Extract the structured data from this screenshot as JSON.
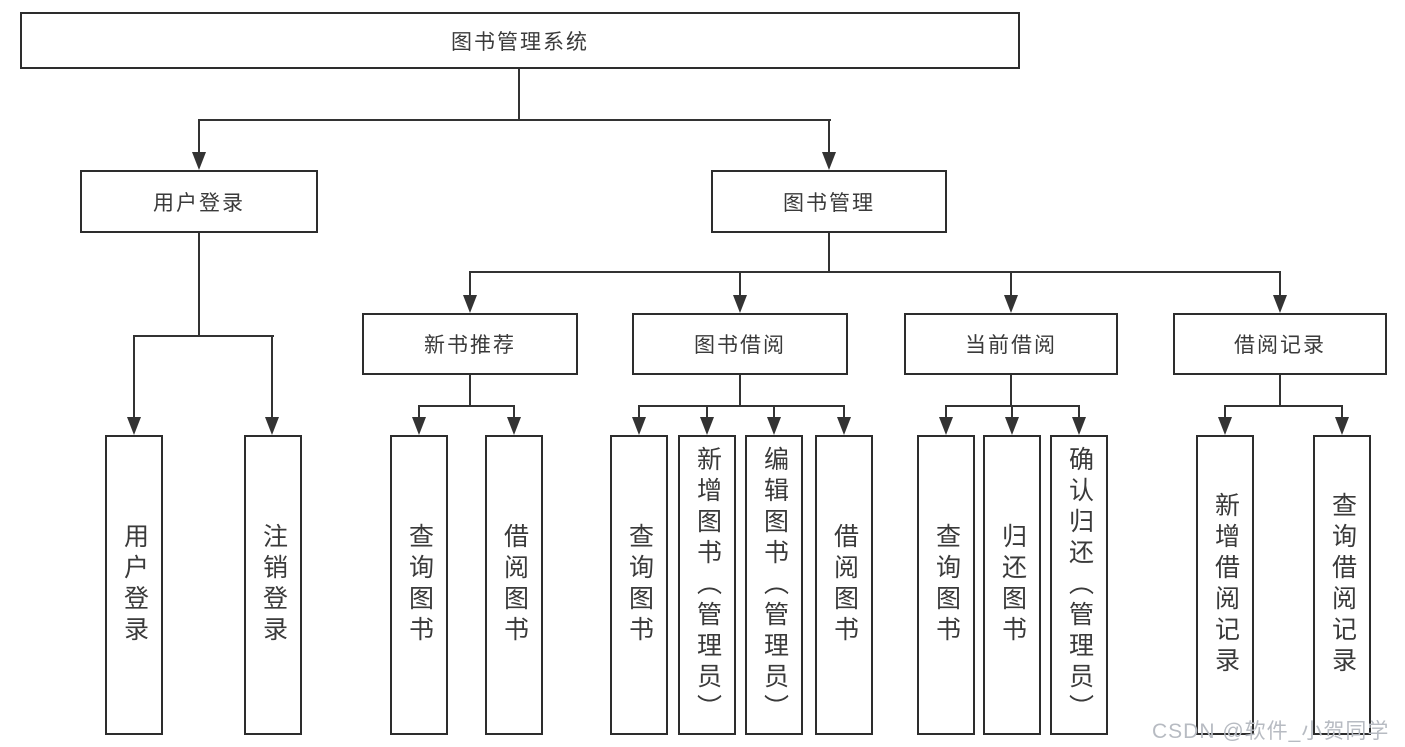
{
  "watermark": {
    "text": "CSDN @软件_小贺同学"
  },
  "colors": {
    "line": "#333333",
    "box_border": "#2d2d2d",
    "box_fill": "#ffffff",
    "text": "#3a3a3a",
    "watermark": "#b7bbc2"
  },
  "diagram_type": "tree",
  "nodes": {
    "root": {
      "label": "图书管理系统"
    },
    "branches": [
      {
        "label": "用户登录",
        "parent": "图书管理系统"
      },
      {
        "label": "图书管理",
        "parent": "图书管理系统"
      }
    ],
    "modules": [
      {
        "label": "新书推荐",
        "parent": "图书管理"
      },
      {
        "label": "图书借阅",
        "parent": "图书管理"
      },
      {
        "label": "当前借阅",
        "parent": "图书管理"
      },
      {
        "label": "借阅记录",
        "parent": "图书管理"
      }
    ],
    "leaves": [
      {
        "label": "用户登录",
        "parent": "用户登录"
      },
      {
        "label": "注销登录",
        "parent": "用户登录"
      },
      {
        "label": "查询图书",
        "parent": "新书推荐"
      },
      {
        "label": "借阅图书",
        "parent": "新书推荐"
      },
      {
        "label": "查询图书",
        "parent": "图书借阅"
      },
      {
        "label": "新增图书（管理员）",
        "parent": "图书借阅"
      },
      {
        "label": "编辑图书（管理员）",
        "parent": "图书借阅"
      },
      {
        "label": "借阅图书",
        "parent": "图书借阅"
      },
      {
        "label": "查询图书",
        "parent": "当前借阅"
      },
      {
        "label": "归还图书",
        "parent": "当前借阅"
      },
      {
        "label": "确认归还（管理员）",
        "parent": "当前借阅"
      },
      {
        "label": "新增借阅记录",
        "parent": "借阅记录"
      },
      {
        "label": "查询借阅记录",
        "parent": "借阅记录"
      }
    ]
  }
}
